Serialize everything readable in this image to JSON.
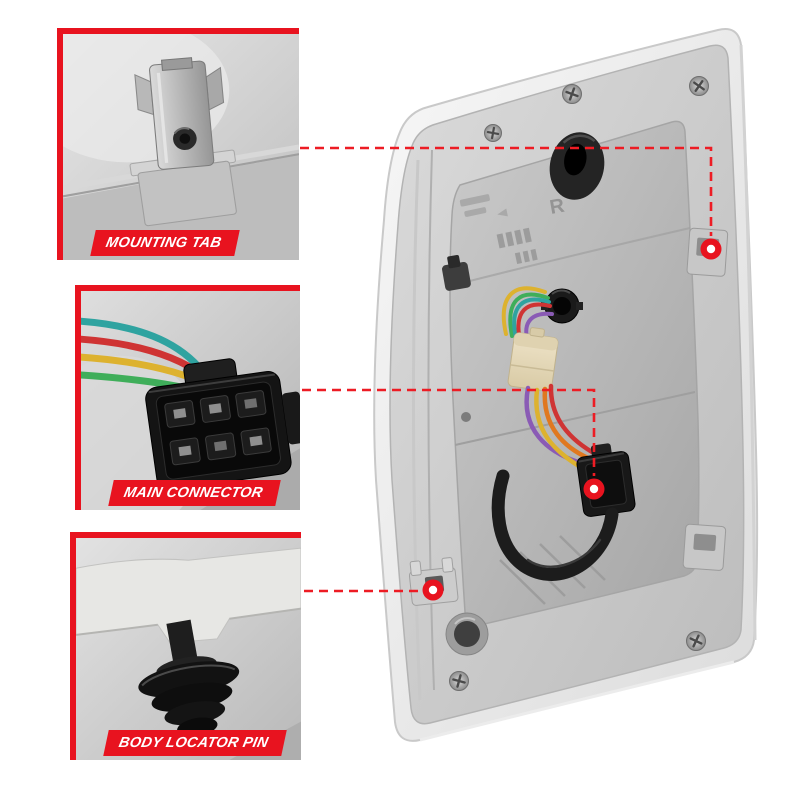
{
  "graphic": {
    "description": "Rear view of a truck tail light assembly with three feature callouts",
    "marking": "R"
  },
  "callouts": [
    {
      "id": "mounting-tab",
      "label": "MOUNTING TAB"
    },
    {
      "id": "main-connector",
      "label": "MAIN CONNECTOR"
    },
    {
      "id": "body-locator-pin",
      "label": "BODY LOCATOR PIN"
    }
  ],
  "colors": {
    "accent_red": "#e8131f",
    "dash_red": "#ed1c24",
    "background": "#ffffff",
    "housing_gray": "#c9c9c9",
    "wire_colors": [
      "#3fae5a",
      "#cf3434",
      "#8a5bb5",
      "#ddb22f",
      "#e07820",
      "#2fa3a0"
    ]
  }
}
